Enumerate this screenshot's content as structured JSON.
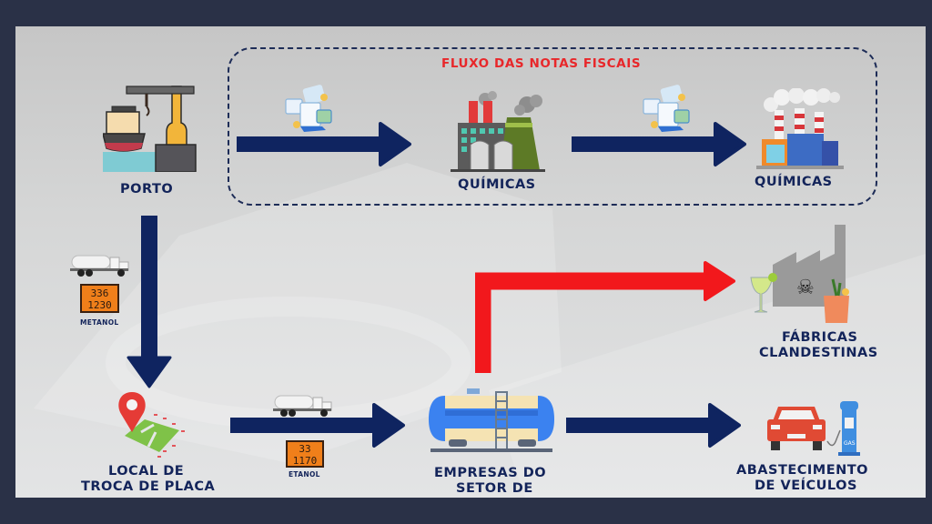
{
  "diagram": {
    "flow_box": {
      "title": "FLUXO DAS NOTAS FISCAIS"
    },
    "nodes": {
      "porto": {
        "label": "PORTO",
        "icon": "port-crane-ship-icon"
      },
      "quimicas_1": {
        "label": "QUÍMICAS",
        "icon": "chemical-plant-icon"
      },
      "quimicas_2": {
        "label": "QUÍMICAS",
        "icon": "factory-smokestacks-icon"
      },
      "local_troca": {
        "line1": "LOCAL DE",
        "line2": "TROCA DE PLACA",
        "icon": "map-pin-icon"
      },
      "empresas": {
        "line1": "EMPRESAS DO",
        "line2": "SETOR DE",
        "icon": "storage-tank-icon"
      },
      "fabricas": {
        "line1": "FÁBRICAS",
        "line2": "CLANDESTINAS",
        "icon": "clandestine-factory-icon"
      },
      "abastecimento": {
        "line1": "ABASTECIMENTO",
        "line2": "DE VEÍCULOS",
        "icon": "car-gas-pump-icon"
      }
    },
    "shipments": {
      "metanol": {
        "hazard_top": "336",
        "hazard_bottom": "1230",
        "label": "METANOL"
      },
      "etanol": {
        "hazard_top": "33",
        "hazard_bottom": "1170",
        "label": "ETANOL"
      }
    },
    "edges": [
      {
        "from": "porto",
        "to": "quimicas_1",
        "type": "invoice-flow",
        "color": "#0f2460"
      },
      {
        "from": "quimicas_1",
        "to": "quimicas_2",
        "type": "invoice-flow",
        "color": "#0f2460"
      },
      {
        "from": "porto",
        "to": "local_troca",
        "type": "transport",
        "cargo": "metanol",
        "color": "#0f2460"
      },
      {
        "from": "local_troca",
        "to": "empresas",
        "type": "transport",
        "cargo": "etanol",
        "color": "#0f2460"
      },
      {
        "from": "empresas",
        "to": "fabricas",
        "type": "diversion",
        "color": "#f2181c"
      },
      {
        "from": "empresas",
        "to": "abastecimento",
        "type": "distribution",
        "color": "#0f2460"
      }
    ]
  },
  "colors": {
    "frame": "#2a3147",
    "navy": "#0f2460",
    "label": "#13245a",
    "accent_red": "#e8272a",
    "hazard_orange": "#f07f1a"
  }
}
